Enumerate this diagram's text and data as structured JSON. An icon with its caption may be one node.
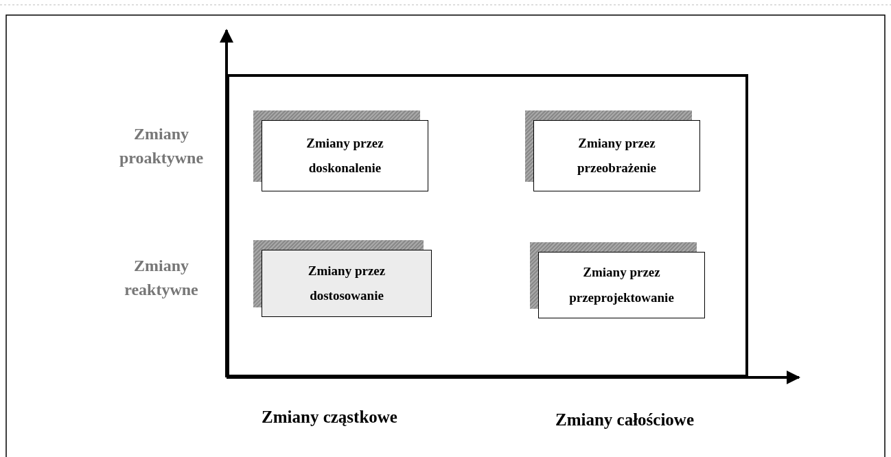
{
  "diagram": {
    "nodes": [
      {
        "text": [],
        "shape": "box"
      },
      {
        "text": [
          "Zmiany przez doskonalenie"
        ],
        "in": 0
      },
      {
        "text": [
          "Zmiany przez przeobrażenie"
        ],
        "in": 0
      },
      {
        "text": [
          "Zmiany przez dostosowanie"
        ],
        "in": 0
      },
      {
        "text": [
          "Zmiany przez przeprojektowanie"
        ],
        "in": 0
      }
    ],
    "edges": [],
    "labels": [
      "Zmiany proaktywne",
      "Zmiany reaktywne",
      "Zmiany cząstkowe",
      "Zmiany całościowe"
    ]
  }
}
